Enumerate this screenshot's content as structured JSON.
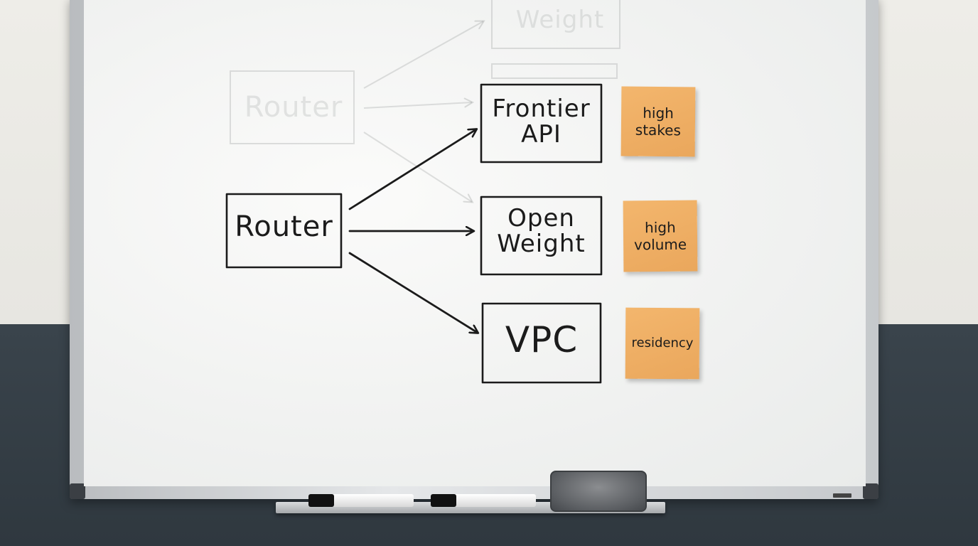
{
  "whiteboard": {
    "router_label": "Router",
    "targets": [
      {
        "label": "Frontier\nAPI",
        "note": "high\nstakes"
      },
      {
        "label": "Open\nWeight",
        "note": "high\nvolume"
      },
      {
        "label": "VPC",
        "note": "residency"
      }
    ],
    "ghost_router_label": "Router",
    "ghost_weight_label": "Weight"
  },
  "colors": {
    "ink": "#1b1b1b",
    "sticky_note": "#efaf63",
    "wall_upper": "#eeede8",
    "wall_lower": "#353f46"
  }
}
